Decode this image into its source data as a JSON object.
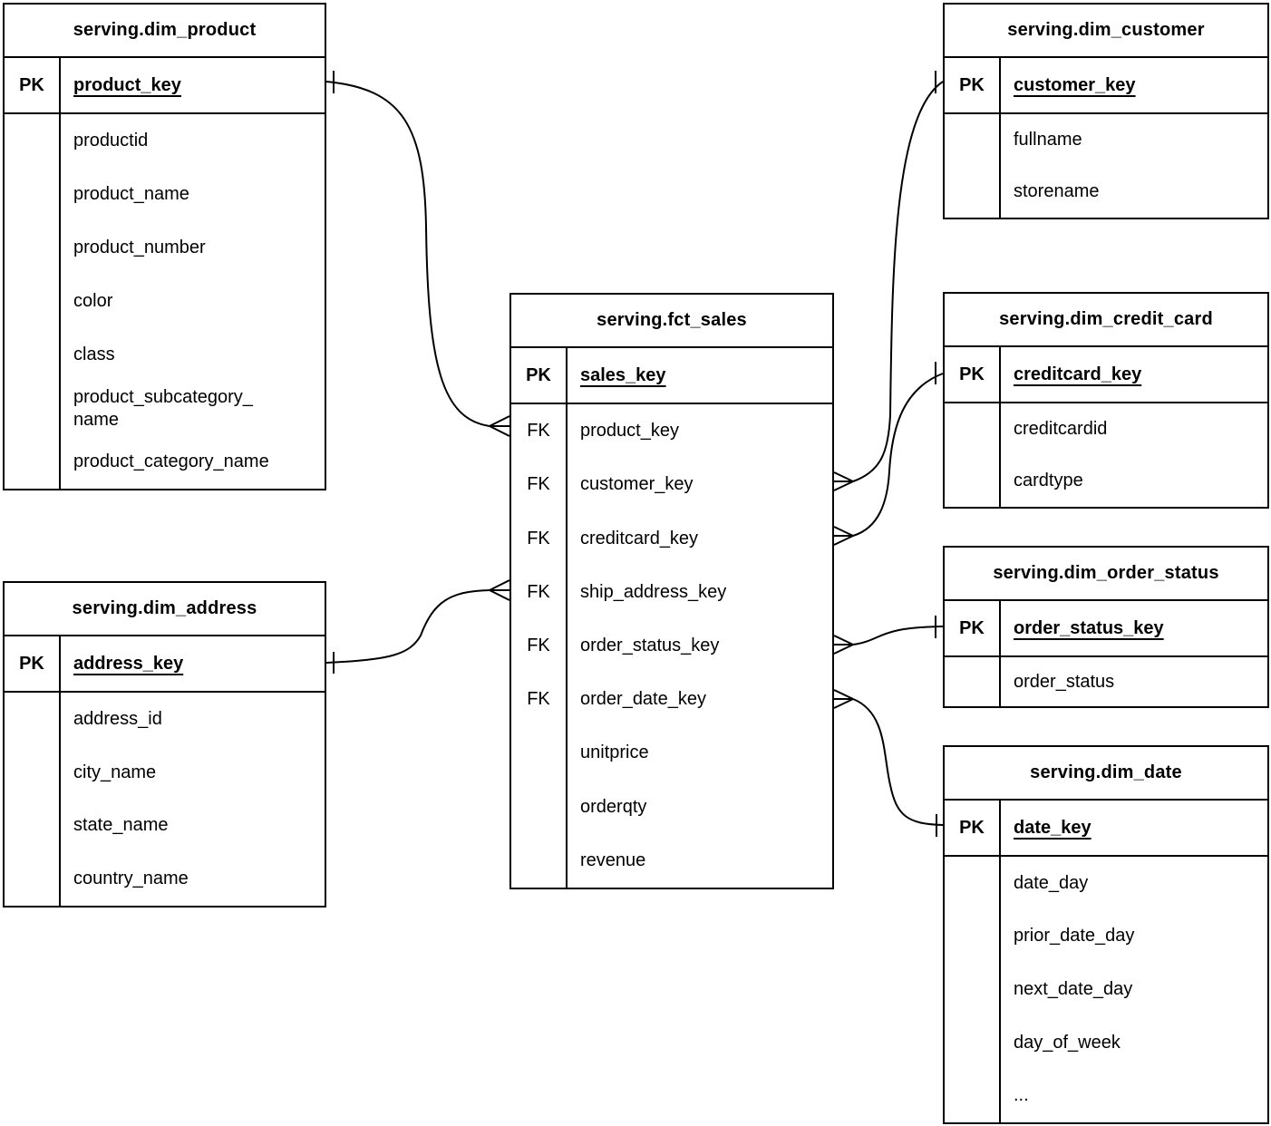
{
  "diagram": {
    "colors": {
      "line": "#000000",
      "background": "#ffffff",
      "text": "#000000"
    },
    "tables": [
      {
        "name": "serving.dim_product",
        "key_header": "PK",
        "primary_key": "product_key",
        "attributes": [
          {
            "key": "",
            "name": "productid"
          },
          {
            "key": "",
            "name": "product_name"
          },
          {
            "key": "",
            "name": "product_number"
          },
          {
            "key": "",
            "name": "color"
          },
          {
            "key": "",
            "name": "class"
          },
          {
            "key": "",
            "name": "product_subcategory_name"
          },
          {
            "key": "",
            "name": "product_category_name"
          }
        ]
      },
      {
        "name": "serving.dim_address",
        "key_header": "PK",
        "primary_key": "address_key",
        "attributes": [
          {
            "key": "",
            "name": "address_id"
          },
          {
            "key": "",
            "name": "city_name"
          },
          {
            "key": "",
            "name": "state_name"
          },
          {
            "key": "",
            "name": "country_name"
          }
        ]
      },
      {
        "name": "serving.fct_sales",
        "key_header": "PK",
        "primary_key": "sales_key",
        "attributes": [
          {
            "key": "FK",
            "name": "product_key"
          },
          {
            "key": "FK",
            "name": "customer_key"
          },
          {
            "key": "FK",
            "name": "creditcard_key"
          },
          {
            "key": "FK",
            "name": "ship_address_key"
          },
          {
            "key": "FK",
            "name": "order_status_key"
          },
          {
            "key": "FK",
            "name": "order_date_key"
          },
          {
            "key": "",
            "name": "unitprice"
          },
          {
            "key": "",
            "name": "orderqty"
          },
          {
            "key": "",
            "name": "revenue"
          }
        ]
      },
      {
        "name": "serving.dim_customer",
        "key_header": "PK",
        "primary_key": "customer_key",
        "attributes": [
          {
            "key": "",
            "name": "fullname"
          },
          {
            "key": "",
            "name": "storename"
          }
        ]
      },
      {
        "name": "serving.dim_credit_card",
        "key_header": "PK",
        "primary_key": "creditcard_key",
        "attributes": [
          {
            "key": "",
            "name": "creditcardid"
          },
          {
            "key": "",
            "name": "cardtype"
          }
        ]
      },
      {
        "name": "serving.dim_order_status",
        "key_header": "PK",
        "primary_key": "order_status_key",
        "attributes": [
          {
            "key": "",
            "name": "order_status"
          }
        ]
      },
      {
        "name": "serving.dim_date",
        "key_header": "PK",
        "primary_key": "date_key",
        "attributes": [
          {
            "key": "",
            "name": "date_day"
          },
          {
            "key": "",
            "name": "prior_date_day"
          },
          {
            "key": "",
            "name": "next_date_day"
          },
          {
            "key": "",
            "name": "day_of_week"
          },
          {
            "key": "",
            "name": "..."
          }
        ]
      }
    ],
    "relationships": [
      {
        "one": "serving.dim_product.product_key",
        "many": "serving.fct_sales.product_key"
      },
      {
        "one": "serving.dim_address.address_key",
        "many": "serving.fct_sales.ship_address_key"
      },
      {
        "one": "serving.dim_customer.customer_key",
        "many": "serving.fct_sales.customer_key"
      },
      {
        "one": "serving.dim_credit_card.creditcard_key",
        "many": "serving.fct_sales.creditcard_key"
      },
      {
        "one": "serving.dim_order_status.order_status_key",
        "many": "serving.fct_sales.order_status_key"
      },
      {
        "one": "serving.dim_date.date_key",
        "many": "serving.fct_sales.order_date_key"
      }
    ]
  }
}
